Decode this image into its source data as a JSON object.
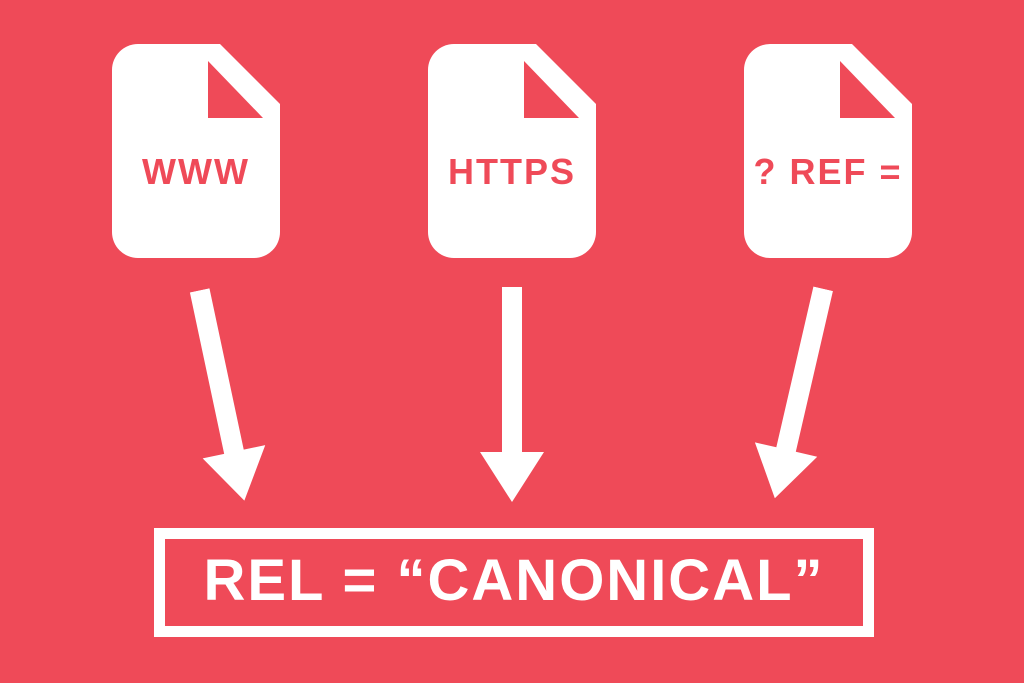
{
  "colors": {
    "background": "#EF4A58",
    "foreground": "#FFFFFF"
  },
  "documents": [
    {
      "label": "WWW"
    },
    {
      "label": "HTTPS"
    },
    {
      "label": "? REF ="
    }
  ],
  "result_box": {
    "label": "REL = “CANONICAL”"
  }
}
